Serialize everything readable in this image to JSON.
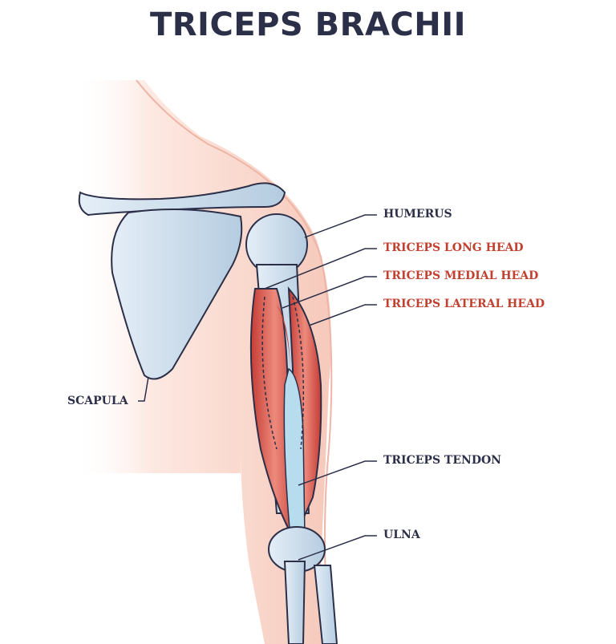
{
  "title": "TRICEPS BRACHII",
  "colors": {
    "title": "#2b2f48",
    "muscle_label": "#c2402f",
    "bone": "#c9dbea",
    "muscle": "#d9574a",
    "skin": "#f9d9cf"
  },
  "labels": {
    "humerus": "HUMERUS",
    "long_head": "TRICEPS LONG HEAD",
    "medial_head": "TRICEPS MEDIAL HEAD",
    "lateral_head": "TRICEPS LATERAL HEAD",
    "scapula": "SCAPULA",
    "tendon": "TRICEPS TENDON",
    "ulna": "ULNA"
  }
}
